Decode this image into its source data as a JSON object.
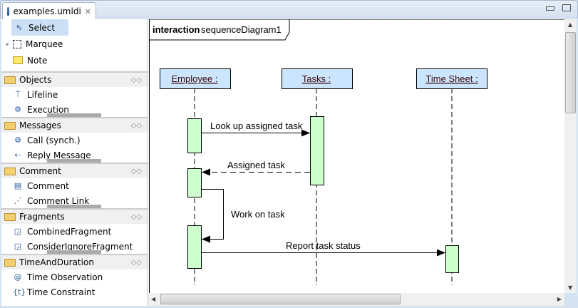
{
  "tab": {
    "title": "examples.umldi"
  },
  "palette": {
    "tools": [
      {
        "label": "Select",
        "icon": "arrow-cursor-icon"
      },
      {
        "label": "Marquee",
        "icon": "marquee-icon"
      },
      {
        "label": "Note",
        "icon": "note-icon"
      }
    ],
    "drawers": [
      {
        "label": "Objects",
        "items": [
          "Lifeline",
          "Execution"
        ]
      },
      {
        "label": "Messages",
        "items": [
          "Call (synch.)",
          "Reply Message"
        ]
      },
      {
        "label": "Comment",
        "items": [
          "Comment",
          "Comment Link"
        ]
      },
      {
        "label": "Fragments",
        "items": [
          "CombinedFragment",
          "ConsiderIgnoreFragment"
        ]
      },
      {
        "label": "TimeAndDuration",
        "items": [
          "Time Observation",
          "Time Constraint"
        ]
      }
    ]
  },
  "diagram": {
    "keyword": "interaction",
    "name": "sequenceDiagram1",
    "lifelines": [
      "Employee :",
      "Tasks :",
      "Time Sheet :"
    ],
    "messages": [
      "Look up assigned task",
      "Assigned task",
      "Work on task",
      "Report task status"
    ],
    "colors": {
      "lifeline_fill": "#cce5ff",
      "activation_fill": "#ccffcc"
    }
  }
}
